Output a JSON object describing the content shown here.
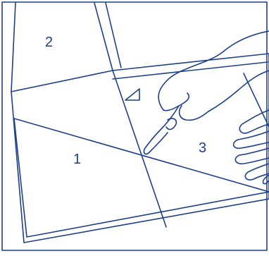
{
  "figure": {
    "region_labels": [
      "2",
      "1",
      "3"
    ],
    "colors": {
      "line": "#1d3f8c",
      "text": "#1d3f8c",
      "background": "#ffffff"
    },
    "icons": [
      "triangle-marker-icon",
      "pointing-hand-icon",
      "resting-hand-icon"
    ]
  }
}
